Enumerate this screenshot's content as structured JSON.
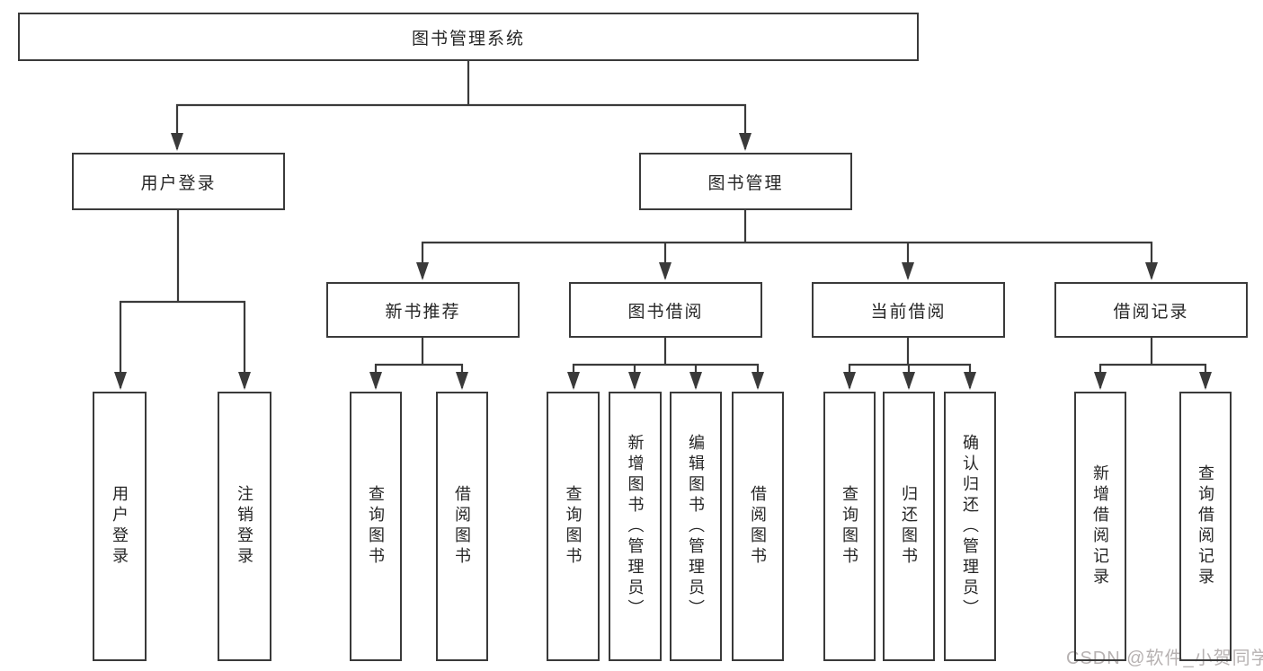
{
  "tree": {
    "label": "图书管理系统",
    "children": [
      {
        "label": "用户登录",
        "children": [
          {
            "label": "用户登录"
          },
          {
            "label": "注销登录"
          }
        ]
      },
      {
        "label": "图书管理",
        "children": [
          {
            "label": "新书推荐",
            "children": [
              {
                "label": "查询图书"
              },
              {
                "label": "借阅图书"
              }
            ]
          },
          {
            "label": "图书借阅",
            "children": [
              {
                "label": "查询图书"
              },
              {
                "label": "新增图书（管理员）"
              },
              {
                "label": "编辑图书（管理员）"
              },
              {
                "label": "借阅图书"
              }
            ]
          },
          {
            "label": "当前借阅",
            "children": [
              {
                "label": "查询图书"
              },
              {
                "label": "归还图书"
              },
              {
                "label": "确认归还（管理员）"
              }
            ]
          },
          {
            "label": "借阅记录",
            "children": [
              {
                "label": "新增借阅记录"
              },
              {
                "label": "查询借阅记录"
              }
            ]
          }
        ]
      }
    ]
  },
  "watermark": {
    "text": "CSDN @软件_小贺同学"
  },
  "colors": {
    "line": "#3a3a3a",
    "text": "#262626",
    "watermark": "#b7b2b2",
    "background": "#ffffff"
  }
}
